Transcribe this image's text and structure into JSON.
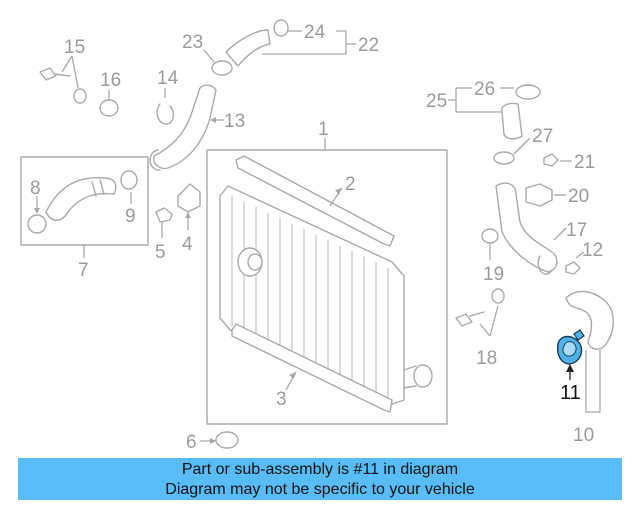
{
  "diagram": {
    "highlighted_part": "11",
    "highlight_color": "#4fb3ea",
    "banner_color": "#58bdf6",
    "callouts": {
      "c1": "1",
      "c2": "2",
      "c3": "3",
      "c4": "4",
      "c5": "5",
      "c6": "6",
      "c7": "7",
      "c8": "8",
      "c9": "9",
      "c10": "10",
      "c11": "11",
      "c12": "12",
      "c13": "13",
      "c14": "14",
      "c15": "15",
      "c16": "16",
      "c17": "17",
      "c18": "18",
      "c19": "19",
      "c20": "20",
      "c21": "21",
      "c22": "22",
      "c23": "23",
      "c24": "24",
      "c25": "25",
      "c26": "26",
      "c27": "27"
    }
  },
  "banner": {
    "line1": "Part or sub-assembly is #11 in diagram",
    "line2": "Diagram may not be specific to your vehicle"
  }
}
